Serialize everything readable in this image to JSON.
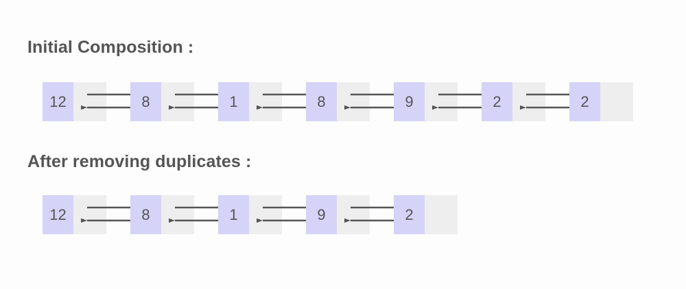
{
  "page": {
    "background_color": "#fdfdfd"
  },
  "colors": {
    "node_value_fill": "#d5d3f7",
    "node_next_fill": "#eeeeee",
    "text": "#555555",
    "arrow": "#555555"
  },
  "sections": [
    {
      "id": "initial",
      "heading": "Initial Composition :",
      "list": {
        "type": "doubly-linked-list",
        "node_count": 7,
        "values": [
          "12",
          "8",
          "1",
          "8",
          "9",
          "2",
          "2"
        ],
        "links": [
          {
            "forward": "next",
            "backward": "prev"
          },
          {
            "forward": "next",
            "backward": "prev"
          },
          {
            "forward": "next",
            "backward": "prev"
          },
          {
            "forward": "next",
            "backward": "prev"
          },
          {
            "forward": "next",
            "backward": "prev"
          },
          {
            "forward": "next",
            "backward": "prev"
          }
        ]
      }
    },
    {
      "id": "after",
      "heading": "After removing duplicates :",
      "list": {
        "type": "doubly-linked-list",
        "node_count": 5,
        "values": [
          "12",
          "8",
          "1",
          "9",
          "2"
        ],
        "links": [
          {
            "forward": "next",
            "backward": "prev"
          },
          {
            "forward": "next",
            "backward": "prev"
          },
          {
            "forward": "next",
            "backward": "prev"
          },
          {
            "forward": "next",
            "backward": "prev"
          }
        ]
      }
    }
  ]
}
